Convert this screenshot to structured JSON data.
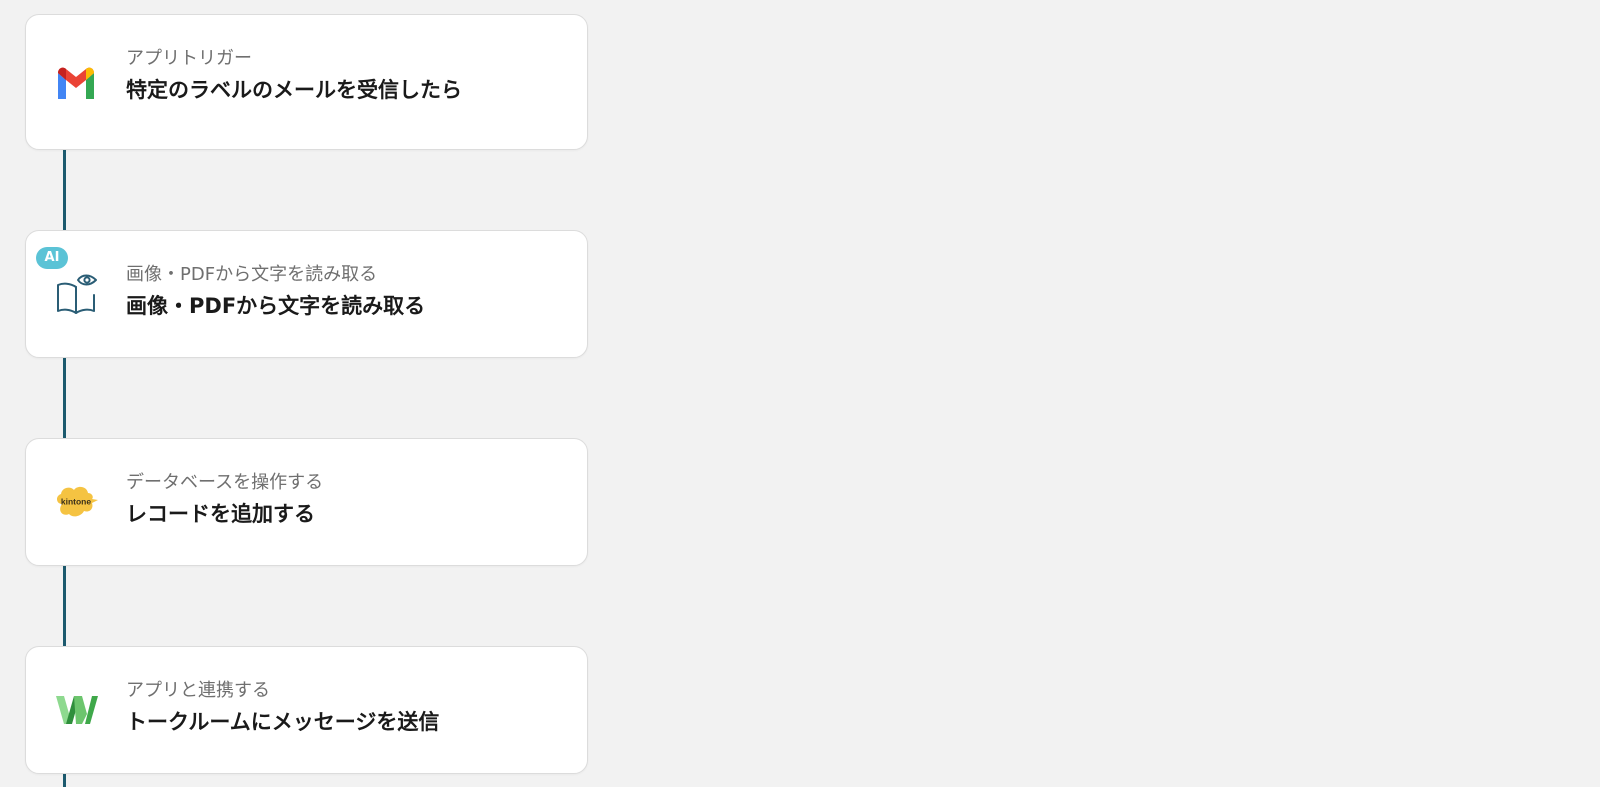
{
  "flow": {
    "steps": [
      {
        "icon": "gmail-icon",
        "subtitle": "アプリトリガー",
        "title": "特定のラベルのメールを受信したら"
      },
      {
        "icon": "ai-ocr-book-eye-icon",
        "badge": "AI",
        "subtitle": "画像・PDFから文字を読み取る",
        "title": "画像・PDFから文字を読み取る"
      },
      {
        "icon": "kintone-icon",
        "icon_text": "kintone",
        "subtitle": "データベースを操作する",
        "title": "レコードを追加する"
      },
      {
        "icon": "lineworks-icon",
        "subtitle": "アプリと連携する",
        "title": "トークルームにメッセージを送信"
      }
    ]
  },
  "colors": {
    "background": "#f2f2f2",
    "connector": "#1c5a6e",
    "ai_badge": "#5bc3d6",
    "kintone": "#f5c342"
  }
}
